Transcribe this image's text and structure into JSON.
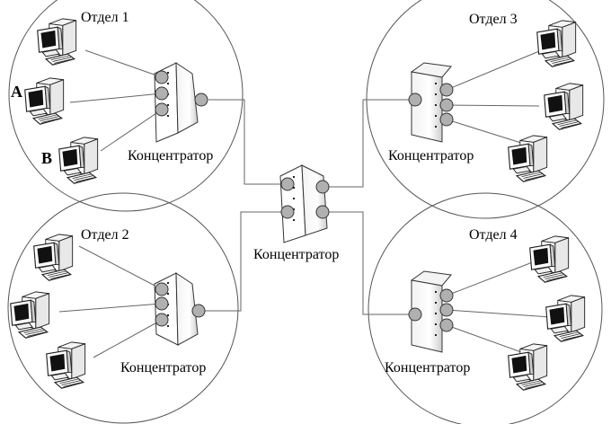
{
  "departments": [
    {
      "label": "Отдел 1",
      "hub_label": "Концентратор"
    },
    {
      "label": "Отдел 2",
      "hub_label": "Концентратор"
    },
    {
      "label": "Отдел 3",
      "hub_label": "Концентратор"
    },
    {
      "label": "Отдел 4",
      "hub_label": "Концентратор"
    }
  ],
  "central_hub_label": "Концентратор",
  "markers": {
    "a": "A",
    "b": "B"
  },
  "colors": {
    "line": "#666666",
    "port": "#b0b0b0",
    "hub_fill": "#ffffff",
    "circle": "#555555"
  },
  "icons": {
    "computer": "computer-icon",
    "hub": "hub-icon"
  }
}
